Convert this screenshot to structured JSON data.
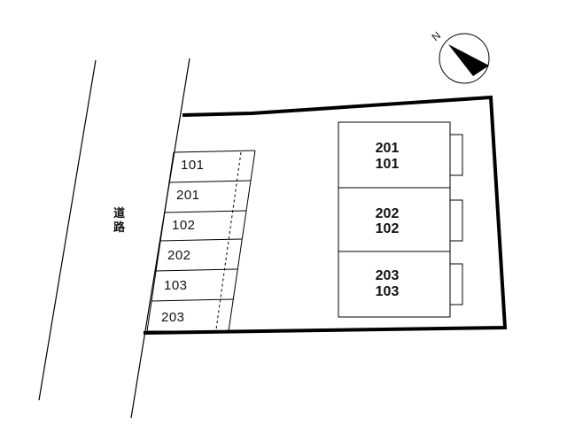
{
  "road": {
    "label_top": "道",
    "label_bottom": "路"
  },
  "compass": {
    "letter": "N"
  },
  "parking": {
    "spaces": [
      "101",
      "201",
      "102",
      "202",
      "103",
      "203"
    ]
  },
  "building": {
    "units": [
      {
        "upper": "201",
        "lower": "101"
      },
      {
        "upper": "202",
        "lower": "102"
      },
      {
        "upper": "203",
        "lower": "103"
      }
    ]
  },
  "colors": {
    "line": "#000000",
    "background": "#ffffff"
  }
}
